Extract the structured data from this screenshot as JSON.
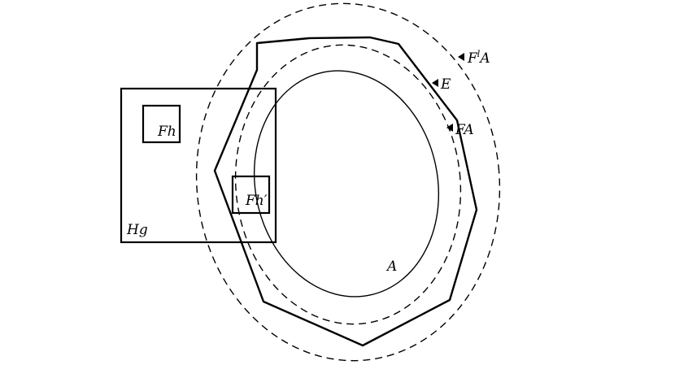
{
  "labels": {
    "inner_set": "A",
    "fa": "FA",
    "e": "E",
    "flA_base": "F",
    "flA_sup": "l",
    "flA_tail": "A",
    "hg": "Hg",
    "fh": "Fh",
    "fh_prime": "Fh′"
  },
  "colors": {
    "stroke": "#000000",
    "background": "#ffffff"
  },
  "line_styles": {
    "inner_set": "solid",
    "e_boundary": "dashed",
    "fA_polygon": "solid-thick",
    "flA_boundary": "dashed"
  }
}
